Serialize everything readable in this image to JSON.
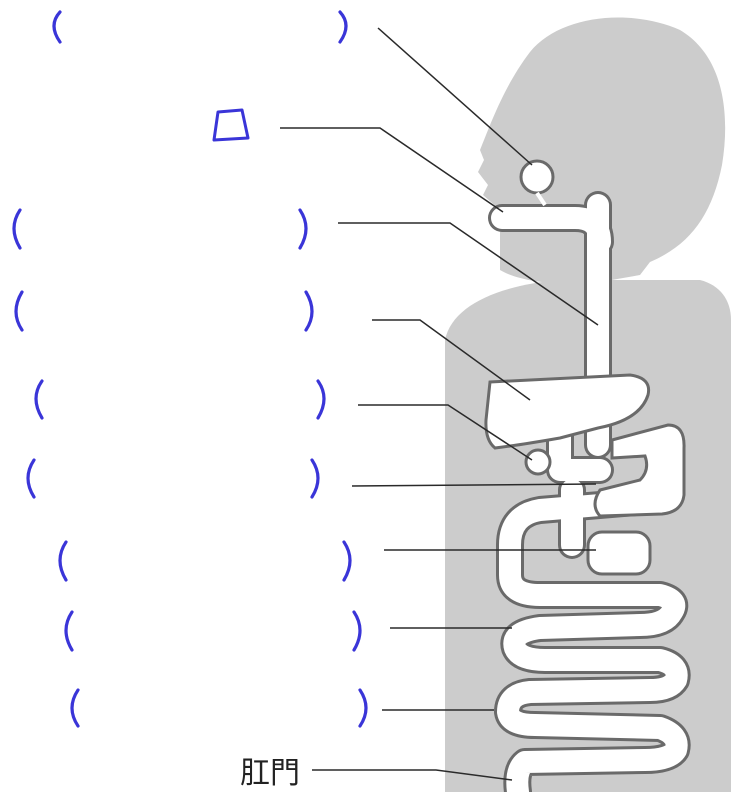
{
  "diagram": {
    "anus_label": "肛門",
    "colors": {
      "silhouette": "#cccccc",
      "tract_outline": "#6a6a6a",
      "answer_parentheses": "#3a35d8",
      "leader_lines": "#2a2a2a"
    },
    "blanks": [
      {
        "style": "parentheses"
      },
      {
        "style": "square"
      },
      {
        "style": "parentheses"
      },
      {
        "style": "parentheses"
      },
      {
        "style": "parentheses"
      },
      {
        "style": "parentheses"
      },
      {
        "style": "parentheses"
      },
      {
        "style": "parentheses"
      },
      {
        "style": "parentheses"
      }
    ]
  }
}
